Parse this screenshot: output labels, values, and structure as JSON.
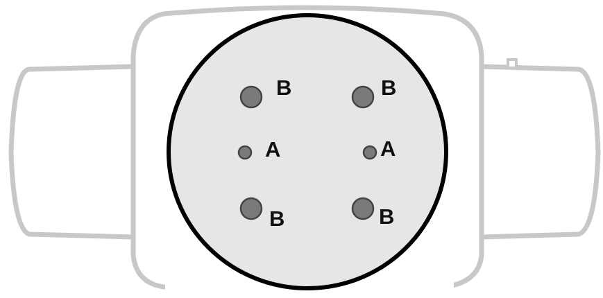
{
  "diagram": {
    "labels": {
      "top_left": "B",
      "top_right": "B",
      "mid_left": "A",
      "mid_right": "A",
      "bottom_left": "B",
      "bottom_right": "B"
    },
    "colors": {
      "housing_outline": "#c8c8c8",
      "housing_fill": "#ffffff",
      "face_fill": "#e6e6e6",
      "face_outline": "#000000",
      "pin_fill": "#7a7a7a",
      "pin_outline": "#444444",
      "label_color": "#111111"
    },
    "pin_types": {
      "large": "B",
      "small": "A"
    }
  }
}
